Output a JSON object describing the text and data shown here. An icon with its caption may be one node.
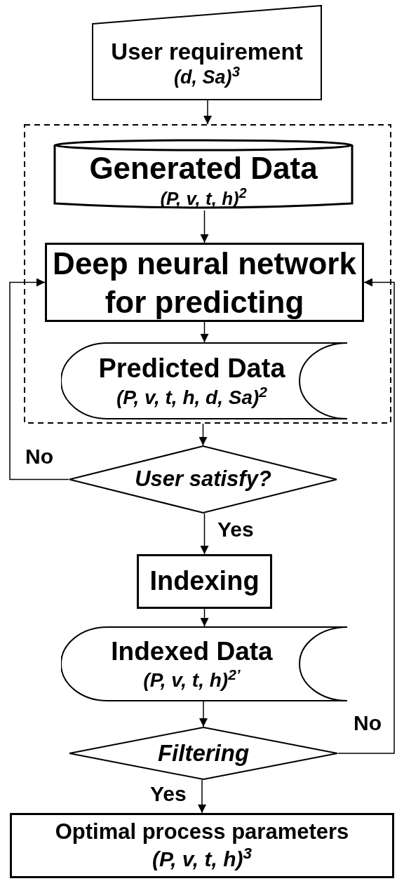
{
  "diagram": {
    "nodes": [
      {
        "text": [
          "User requirement",
          "(d, Sa)$^{3}$"
        ]
      },
      {
        "text": [],
        "shape": "box"
      },
      {
        "text": [
          "Generated Data",
          "(P, v, t, h)$^{2}$"
        ],
        "in": 1
      },
      {
        "text": [
          "Deep neural network for predicting"
        ],
        "in": 1
      },
      {
        "text": [
          "Predicted Data",
          "(P, v, t, h, d, Sa)$^{2}$"
        ],
        "in": 1
      },
      {
        "text": [
          "User satisfy?"
        ]
      },
      {
        "text": [
          "Indexing"
        ]
      },
      {
        "text": [
          "Indexed Data",
          "(P, v, t, h)$^{2’}$"
        ]
      },
      {
        "text": [
          "Filtering"
        ]
      },
      {
        "text": [
          "Optimal process parameters",
          "(P, v, t, h)$^{3}$"
        ]
      }
    ],
    "edges": [
      {
        "from": 0,
        "to": 1,
        "arrow": "to"
      },
      {
        "from": 2,
        "to": 3,
        "arrow": "to"
      },
      {
        "from": 3,
        "to": 4,
        "arrow": "to"
      },
      {
        "from": 1,
        "to": 5,
        "arrow": "to"
      },
      {
        "from": 5,
        "to": 3,
        "arrow": "to",
        "label": "No"
      },
      {
        "from": 5,
        "to": 6,
        "arrow": "to",
        "label": "Yes"
      },
      {
        "from": 6,
        "to": 7,
        "arrow": "to"
      },
      {
        "from": 7,
        "to": 8,
        "arrow": "to"
      },
      {
        "from": 8,
        "to": 3,
        "arrow": "to",
        "label": "No"
      },
      {
        "from": 8,
        "to": 9,
        "arrow": "to",
        "label": "Yes"
      }
    ]
  }
}
